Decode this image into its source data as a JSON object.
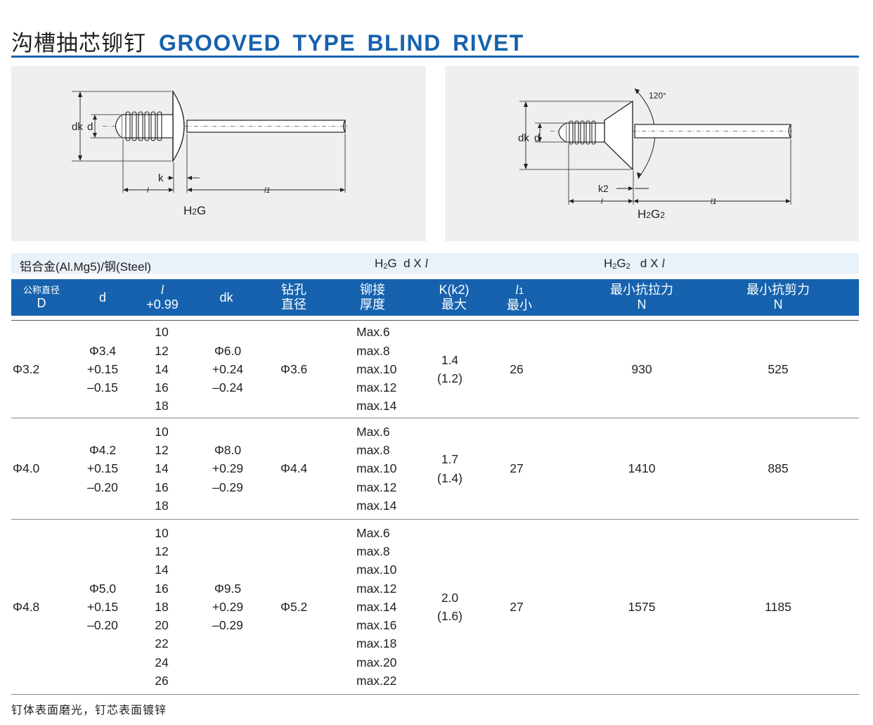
{
  "title": {
    "cn": "沟槽抽芯铆钉",
    "en": "GROOVED  TYPE BLIND RIVET"
  },
  "figures": {
    "left": {
      "caption_main": "H",
      "caption_sub": "2",
      "caption_tail": "G",
      "labels": {
        "dk": "dk",
        "d": "d",
        "k": "k",
        "l": "l",
        "l1": "l1"
      }
    },
    "right": {
      "caption_main": "H",
      "caption_sub": "2",
      "caption_tail": "G",
      "caption_sub2": "2",
      "angle": "120°",
      "labels": {
        "dk": "dk",
        "d": "d",
        "k2": "k2",
        "l": "l",
        "l1": "l1"
      }
    }
  },
  "material": "铝合金(Al.Mg5)/钢(Steel)",
  "spec1": {
    "main": "H",
    "sub": "2",
    "tail": "G  d X ",
    "var": "l"
  },
  "spec2": {
    "main": "H",
    "sub": "2",
    "tail": "G",
    "sub2": "2",
    "tail2": "   d X ",
    "var": "l"
  },
  "headers": {
    "D": {
      "l1": "公称直径",
      "l2": "D"
    },
    "d": {
      "l1": "d"
    },
    "l": {
      "l1": "l",
      "l2": "+0.99"
    },
    "dk": {
      "l1": "dk"
    },
    "hole": {
      "l1": "钻孔",
      "l2": "直径"
    },
    "grip": {
      "l1": "铆接",
      "l2": "厚度"
    },
    "k": {
      "l1": "K(k2)",
      "l2": "最大"
    },
    "l1": {
      "l1": "l",
      "l1sub": "1",
      "l2": "最小"
    },
    "tensile": {
      "l1": "最小抗拉力",
      "l2": "N"
    },
    "shear": {
      "l1": "最小抗剪力",
      "l2": "N"
    }
  },
  "rows": [
    {
      "D": "Φ3.2",
      "d": [
        "Φ3.4",
        "+0.15",
        "–0.15"
      ],
      "l": [
        "10",
        "12",
        "14",
        "16",
        "18"
      ],
      "dk": [
        "Φ6.0",
        "+0.24",
        "–0.24"
      ],
      "hole": "Φ3.6",
      "grip": [
        "Max.6",
        "max.8",
        "max.10",
        "max.12",
        "max.14"
      ],
      "k": [
        "1.4",
        "(1.2)"
      ],
      "l1": "26",
      "tensile": "930",
      "shear": "525"
    },
    {
      "D": "Φ4.0",
      "d": [
        "Φ4.2",
        "+0.15",
        "–0.20"
      ],
      "l": [
        "10",
        "12",
        "14",
        "16",
        "18"
      ],
      "dk": [
        "Φ8.0",
        "+0.29",
        "–0.29"
      ],
      "hole": "Φ4.4",
      "grip": [
        "Max.6",
        "max.8",
        "max.10",
        "max.12",
        "max.14"
      ],
      "k": [
        "1.7",
        "(1.4)"
      ],
      "l1": "27",
      "tensile": "1410",
      "shear": "885"
    },
    {
      "D": "Φ4.8",
      "d": [
        "Φ5.0",
        "+0.15",
        "–0.20"
      ],
      "l": [
        "10",
        "12",
        "14",
        "16",
        "18",
        "20",
        "22",
        "24",
        "26"
      ],
      "dk": [
        "Φ9.5",
        "+0.29",
        "–0.29"
      ],
      "hole": "Φ5.2",
      "grip": [
        "Max.6",
        "max.8",
        "max.10",
        "max.12",
        "max.14",
        "max.16",
        "max.18",
        "max.20",
        "max.22"
      ],
      "k": [
        "2.0",
        "(1.6)"
      ],
      "l1": "27",
      "tensile": "1575",
      "shear": "1185"
    }
  ],
  "footnote": "钉体表面磨光，钉芯表面镀锌",
  "colors": {
    "brand_blue": "#1662ae",
    "subhead_bg": "#e9f1f9",
    "figure_bg": "#efefef"
  }
}
